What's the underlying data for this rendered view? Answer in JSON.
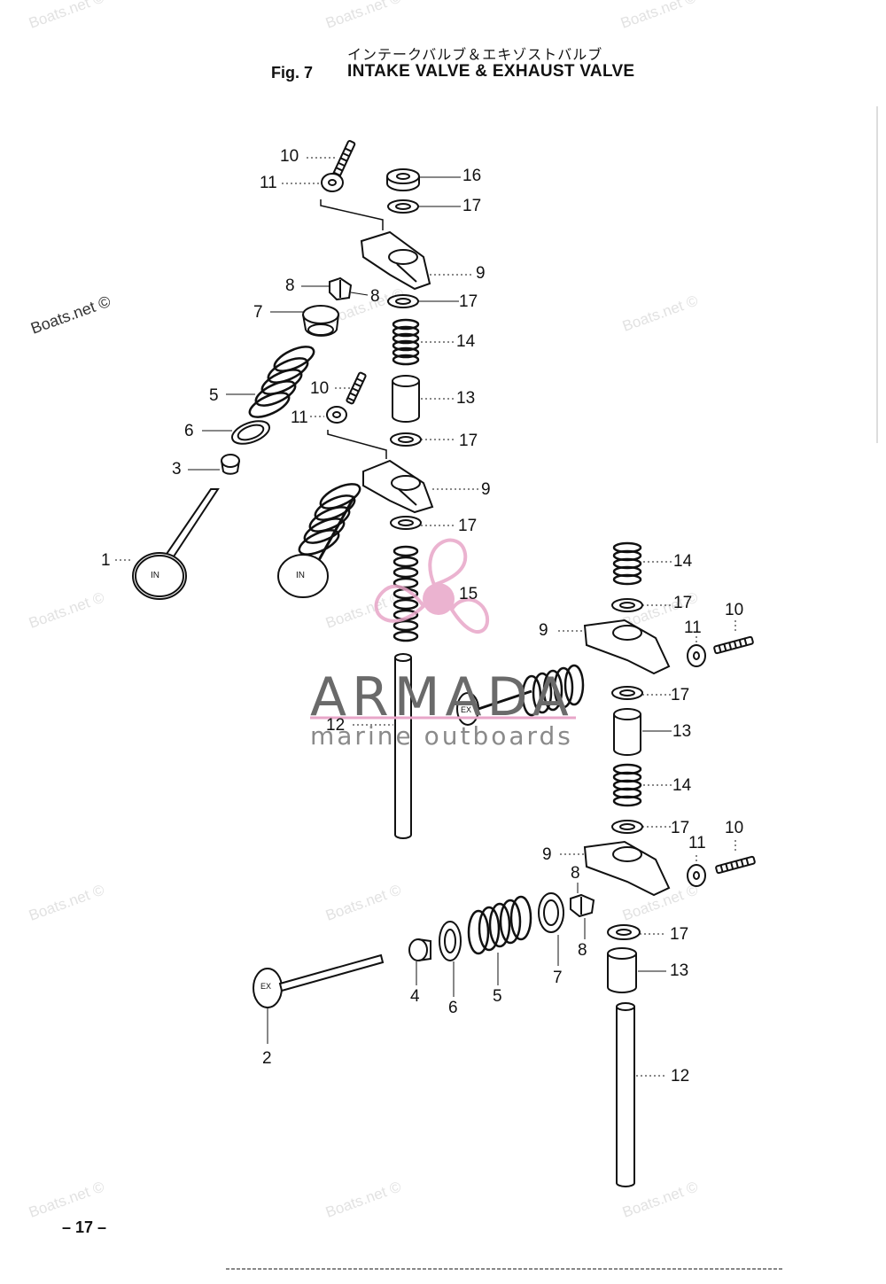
{
  "header": {
    "title_japanese": "インテークバルブ＆エキゾストバルブ",
    "figure_label": "Fig. 7",
    "figure_title": "INTAKE VALVE & EXHAUST VALVE"
  },
  "footer": {
    "page_number": "– 17 –"
  },
  "watermarks": {
    "boats": "Boats.net ©",
    "brand_name": "ARMADA",
    "brand_tagline": "marine outboards",
    "brand_color": "#e8a6c8"
  },
  "callouts": {
    "c10a": "10",
    "c11a": "11",
    "c16": "16",
    "c17a": "17",
    "c9a": "9",
    "c8a": "8",
    "c8b": "8",
    "c17b": "17",
    "c7a": "7",
    "c14a": "14",
    "c5a": "5",
    "c10b": "10",
    "c13a": "13",
    "c6a": "6",
    "c11b": "11",
    "c17c": "17",
    "c3": "3",
    "c9b": "9",
    "c17d": "17",
    "c1": "1",
    "c15": "15",
    "c14b": "14",
    "c17e": "17",
    "c9c": "9",
    "c11c": "11",
    "c10c": "10",
    "c12a": "12",
    "c17f": "17",
    "c13b": "13",
    "c14c": "14",
    "c17g": "17",
    "c9d": "9",
    "c11d": "11",
    "c10d": "10",
    "c8c": "8",
    "c8d": "8",
    "c17h": "17",
    "c4": "4",
    "c6b": "6",
    "c5b": "5",
    "c7b": "7",
    "c13c": "13",
    "c2": "2",
    "c12b": "12"
  },
  "valve_markings": {
    "intake": "IN",
    "exhaust": "EX"
  }
}
